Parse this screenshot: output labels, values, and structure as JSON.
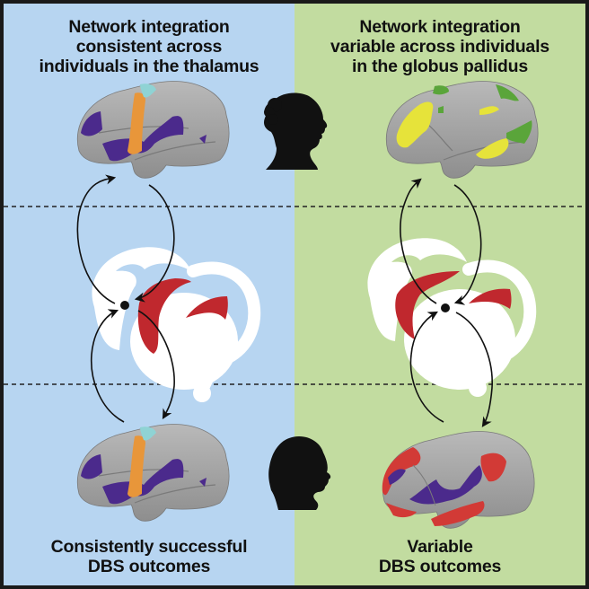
{
  "left_panel": {
    "background": "#b7d5f1",
    "top_title": [
      "Network integration",
      "consistent across",
      "individuals in the thalamus"
    ],
    "bottom_title": [
      "Consistently successful",
      "DBS outcomes"
    ],
    "target_structure": "thalamus"
  },
  "right_panel": {
    "background": "#c2dca0",
    "top_title": [
      "Network integration",
      "variable across individuals",
      "in the globus pallidus"
    ],
    "bottom_title": [
      "Variable",
      "DBS outcomes"
    ],
    "target_structure": "globus pallidus"
  },
  "colors": {
    "frame": "#1a1a1a",
    "brain_gray": "#a9a9a9",
    "purple": "#4b2a8c",
    "orange": "#e8963a",
    "cyan": "#8fd3d4",
    "yellow": "#e6e33a",
    "green": "#5aa53a",
    "red": "#d23a36",
    "deep_red": "#c0282e",
    "white": "#ffffff",
    "black": "#111111"
  },
  "icons": {
    "top_silhouette": "woman-profile-silhouette-icon",
    "bottom_silhouette": "woman-profile-silhouette-icon",
    "brain": "brain-cortex-icon",
    "basal_ganglia": "basal-ganglia-icon"
  }
}
